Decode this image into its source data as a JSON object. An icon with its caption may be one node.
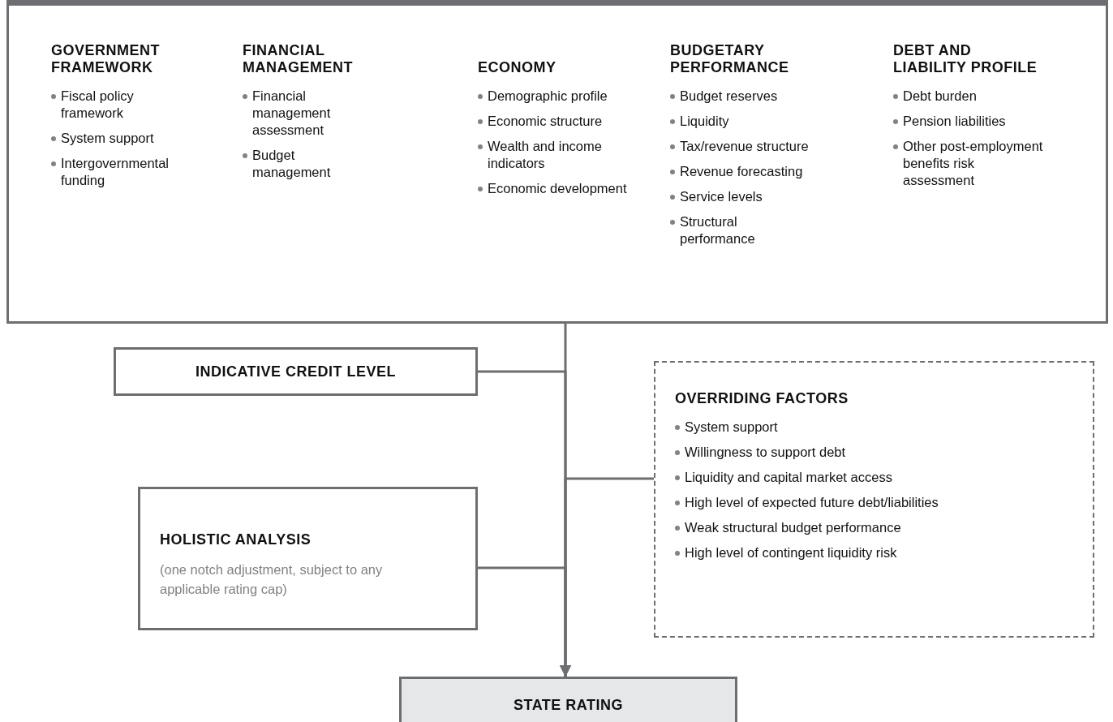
{
  "diagram": {
    "nodes": [
      {
        "text": [],
        "shape": "box"
      },
      {
        "text": [
          "GOVERNMENT FRAMEWORK",
          "Fiscal policy framework",
          "System support",
          "Intergovernmental funding"
        ],
        "in": 0
      },
      {
        "text": [
          "FINANCIAL MANAGEMENT",
          "Financial management assessment",
          "Budget management"
        ],
        "in": 0
      },
      {
        "text": [
          "ECONOMY",
          "Demographic profile",
          "Economic structure",
          "Wealth and income indicators",
          "Economic development"
        ],
        "in": 0
      },
      {
        "text": [
          "BUDGETARY PERFORMANCE",
          "Budget reserves",
          "Liquidity",
          "Tax/revenue structure",
          "Revenue forecasting",
          "Service levels",
          "Structural performance"
        ],
        "in": 0
      },
      {
        "text": [
          "DEBT AND LIABILITY PROFILE",
          "Debt burden",
          "Pension liabilities",
          "Other post-employment benefits risk assessment"
        ],
        "in": 0
      },
      {
        "text": [
          "INDICATIVE CREDIT LEVEL"
        ]
      },
      {
        "text": [
          "HOLISTIC ANALYSIS",
          "(one notch adjustment, subject to any applicable rating cap)"
        ]
      },
      {
        "text": [
          "OVERRIDING FACTORS",
          "System support",
          "Willingness to support debt",
          "Liquidity and capital market access",
          "High level of expected future debt/liabilities",
          "Weak structural budget performance",
          "High level of contingent liquidity risk"
        ]
      },
      {
        "text": [
          "STATE RATING"
        ]
      }
    ],
    "edges": [
      {
        "from": 0,
        "to": 9,
        "arrow": "to"
      },
      {
        "from": 6,
        "to": 9,
        "arrow": "to"
      },
      {
        "from": 8,
        "to": 9,
        "arrow": "to"
      },
      {
        "from": 7,
        "to": 9,
        "arrow": "to"
      }
    ]
  }
}
